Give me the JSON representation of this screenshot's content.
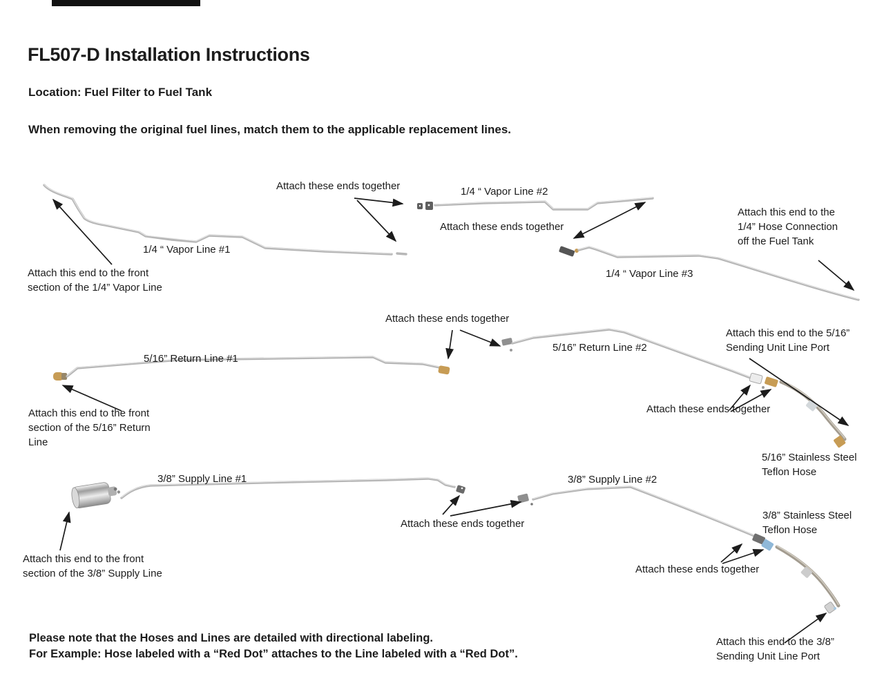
{
  "header": {
    "title": "FL507-D Installation Instructions",
    "location": "Location: Fuel Filter to Fuel Tank",
    "intro": "When removing the original fuel lines, match them to the applicable replacement lines."
  },
  "vapor_section": {
    "attach_ends_1": "Attach these ends together",
    "line1_label": "1/4 “ Vapor Line #1",
    "front_note": "Attach this end  to the front\nsection of the 1/4” Vapor Line",
    "line2_label": "1/4 “ Vapor Line #2",
    "attach_ends_2": "Attach these ends together",
    "line3_label": "1/4 “ Vapor Line #3",
    "tank_note": "Attach this end to the\n1/4” Hose Connection\noff the Fuel Tank"
  },
  "return_section": {
    "attach_ends_1": "Attach these ends together",
    "line1_label": "5/16” Return Line #1",
    "front_note": "Attach this end to the front\nsection of the 5/16” Return\nLine",
    "line2_label": "5/16” Return Line #2",
    "sending_note": "Attach this end to the 5/16”\nSending Unit Line Port",
    "attach_ends_2": "Attach these ends together",
    "hose_label": "5/16” Stainless Steel\nTeflon Hose"
  },
  "supply_section": {
    "line1_label": "3/8” Supply Line #1",
    "front_note": "Attach this end to the front\nsection of the 3/8” Supply Line",
    "line2_label": "3/8” Supply Line #2",
    "attach_ends_1": "Attach these ends together",
    "hose_label": "3/8” Stainless Steel\nTeflon Hose",
    "attach_ends_2": "Attach these ends together",
    "sending_note": "Attach this end to the 3/8”\nSending Unit Line Port"
  },
  "footer": {
    "note_line1": "Please note that the Hoses and Lines are detailed with directional labeling.",
    "note_line2": "For Example: Hose labeled with a “Red Dot” attaches to the Line labeled with a “Red Dot”."
  },
  "colors": {
    "text": "#1c1c1c",
    "tube": "#b7b7b7",
    "hose": "#a39c90",
    "brass": "#c79c55",
    "steel_fitting": "#6f6f6f",
    "band_blue": "#8fb8d8",
    "redact_bar": "#121212"
  }
}
